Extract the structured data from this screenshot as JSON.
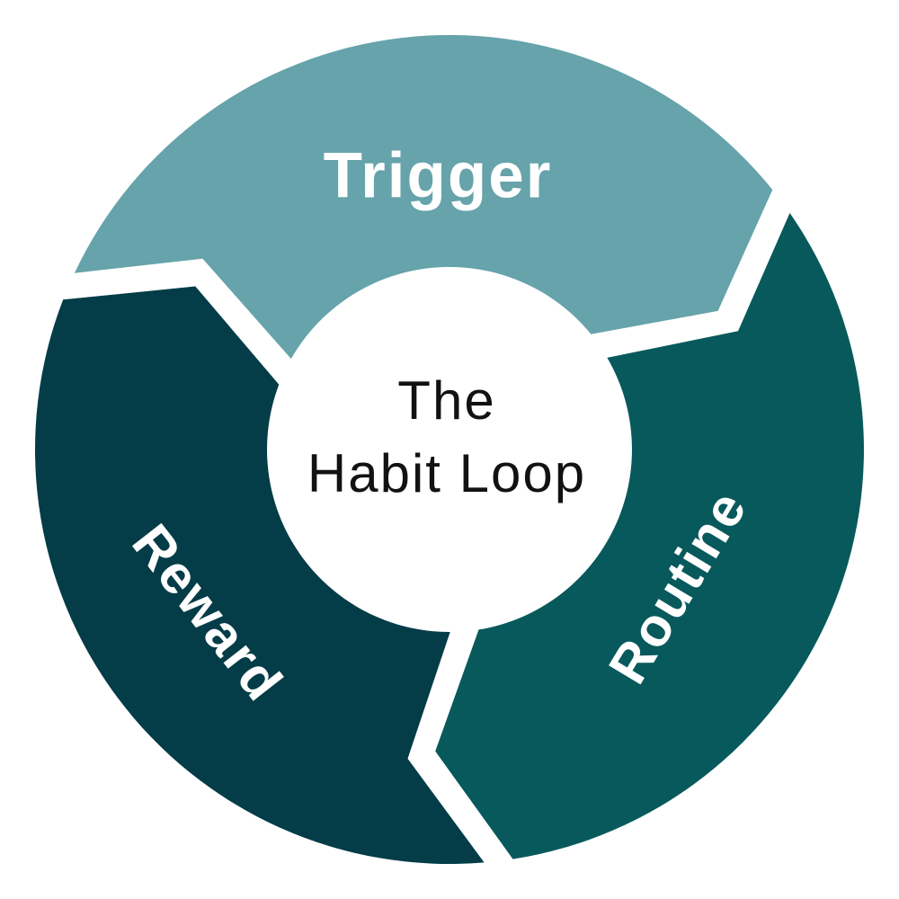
{
  "diagram": {
    "type": "cycle",
    "center_title": {
      "line1": "The",
      "line2": "Habit Loop"
    },
    "segments": [
      {
        "id": "trigger",
        "label": "Trigger",
        "color": "#66A3AB",
        "position": "top"
      },
      {
        "id": "routine",
        "label": "Routine",
        "color": "#07595C",
        "position": "right"
      },
      {
        "id": "reward",
        "label": "Reward",
        "color": "#043C48",
        "position": "left"
      }
    ],
    "label_color": "#FFFFFF",
    "title_color": "#121212",
    "background": "#FFFFFF"
  }
}
